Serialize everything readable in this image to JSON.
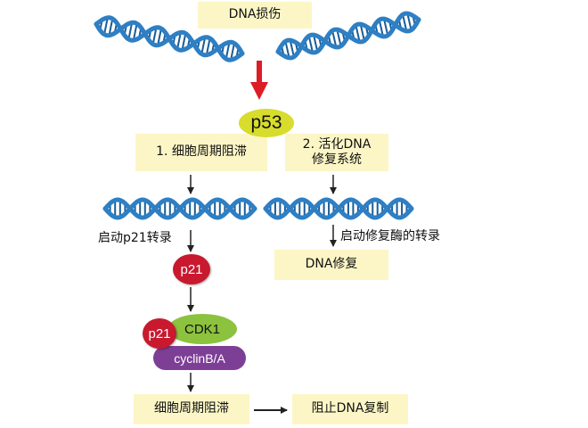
{
  "top_box": {
    "text": "DNA损伤"
  },
  "p53": {
    "label": "p53"
  },
  "branch1": {
    "text": "1. 细胞周期阻滞"
  },
  "branch2": {
    "line1": "2. 活化DNA",
    "line2": "修复系统"
  },
  "labels": {
    "p21_transcription": "启动p21转录",
    "repair_enzyme_transcription": "启动修复酶的转录"
  },
  "p21": {
    "label": "p21"
  },
  "complex": {
    "p21": "p21",
    "cdk": "CDK1",
    "cyclin": "cyclinB/A"
  },
  "dna_repair": {
    "text": "DNA修复"
  },
  "cell_cycle_arrest": {
    "text": "细胞周期阻滞"
  },
  "block_replication": {
    "text": "阻止DNA复制"
  },
  "colors": {
    "box_fill": "#fcf6c6",
    "dna_strand": "#2e7fc4",
    "dna_rung": "#1b5d97",
    "arrow_red": "#dd1d26",
    "p53_fill": "#d8dc2c",
    "p21_fill": "#c8192e",
    "cdk_fill": "#8cc23e",
    "cyclin_fill": "#7d3f96"
  }
}
